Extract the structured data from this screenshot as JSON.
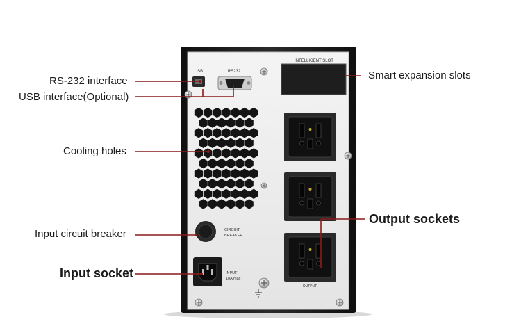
{
  "callouts": {
    "rs232": "RS-232 interface",
    "usb": "USB interface(Optional)",
    "cooling": "Cooling holes",
    "breaker": "Input circuit breaker",
    "input_socket": "Input socket",
    "smart_slots": "Smart expansion slots",
    "output_sockets": "Output sockets"
  },
  "panel_labels": {
    "usb": "USB",
    "rs232": "RS232",
    "intelligent_slot": "INTELLIGENT SLOT",
    "circuit": "CIRCUIT",
    "breaker": "BREAKER",
    "input": "INPUT",
    "input_rating": "10A max",
    "output": "OUTPUT"
  },
  "colors": {
    "leader_line": "#8b1a1a",
    "chassis": "#1c1c1c",
    "panel": "#efefef"
  },
  "icons": [
    "ground-icon",
    "screw-icon",
    "socket-icon",
    "db9-port-icon",
    "usb-port-icon"
  ]
}
